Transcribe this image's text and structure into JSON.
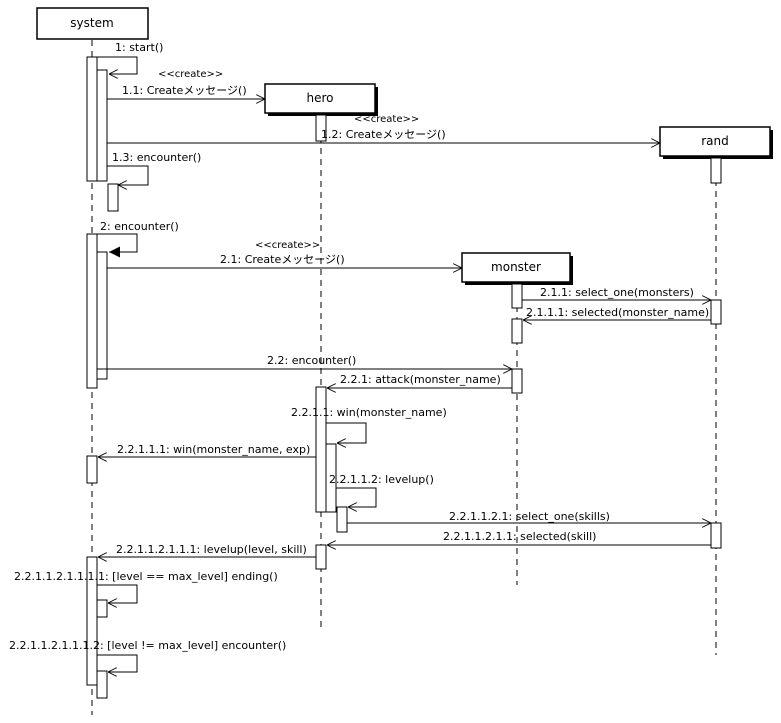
{
  "participants": {
    "system": "system",
    "hero": "hero",
    "rand": "rand",
    "monster": "monster"
  },
  "stereotypes": {
    "create_hero": "<<create>>",
    "create_rand": "<<create>>",
    "create_monster": "<<create>>"
  },
  "messages": {
    "m1": "1: start()",
    "m1_1": "1.1: Createメッセージ()",
    "m1_2": "1.2: Createメッセージ()",
    "m1_3": "1.3: encounter()",
    "m2": "2: encounter()",
    "m2_1": "2.1: Createメッセージ()",
    "m2_1_1": "2.1.1: select_one(monsters)",
    "m2_1_1_1": "2.1.1.1: selected(monster_name)",
    "m2_2": "2.2: encounter()",
    "m2_2_1": "2.2.1: attack(monster_name)",
    "m2_2_1_1": "2.2.1.1: win(monster_name)",
    "m2_2_1_1_1": "2.2.1.1.1: win(monster_name, exp)",
    "m2_2_1_1_2": "2.2.1.1.2: levelup()",
    "m2_2_1_1_2_1": "2.2.1.1.2.1: select_one(skills)",
    "m2_2_1_1_2_1_1": "2.2.1.1.2.1.1: selected(skill)",
    "m2_2_1_1_2_1_1_1": "2.2.1.1.2.1.1.1: levelup(level, skill)",
    "m_end1": "2.2.1.1.2.1.1.1.1: [level == max_level] ending()",
    "m_end2": "2.2.1.1.2.1.1.1.2: [level != max_level] encounter()"
  }
}
